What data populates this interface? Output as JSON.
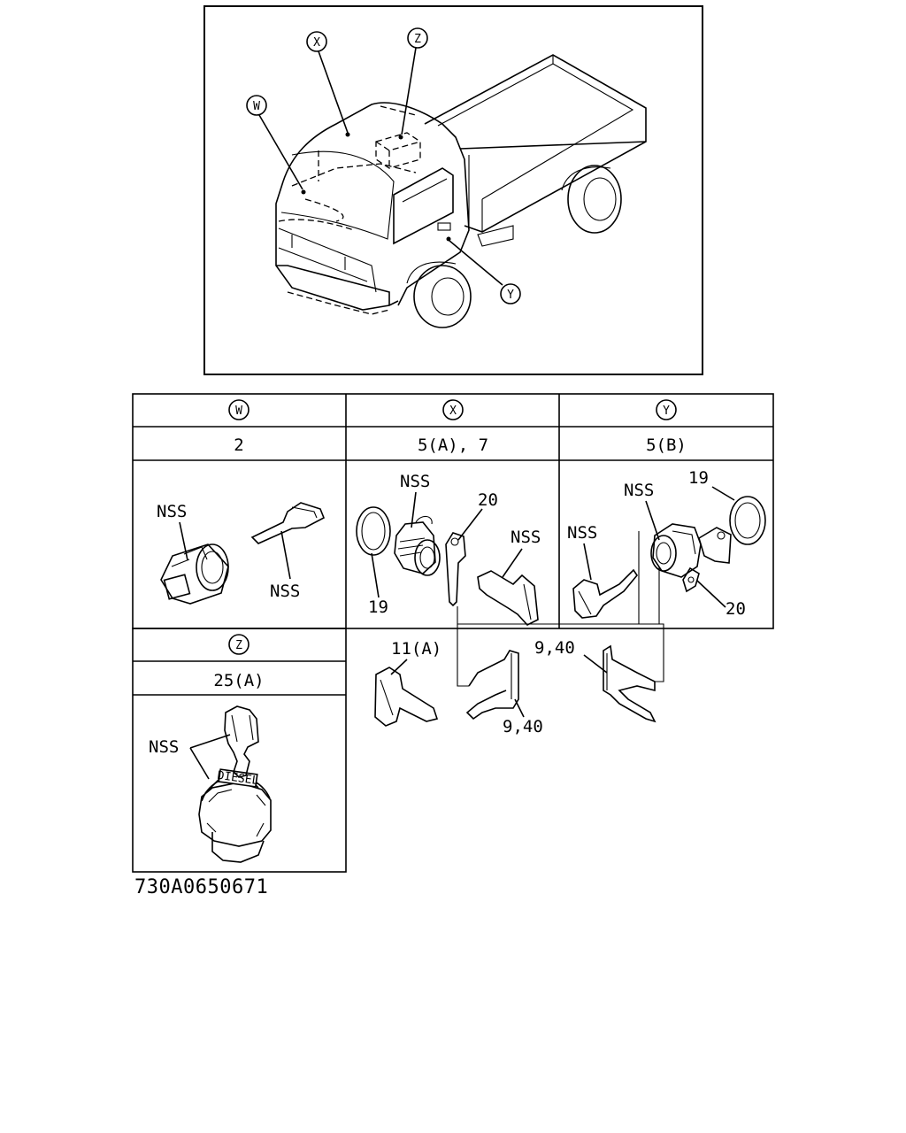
{
  "overview": {
    "callouts": [
      "W",
      "X",
      "Y",
      "Z"
    ]
  },
  "table": {
    "columns": [
      {
        "ref": "W",
        "part_numbers": "2"
      },
      {
        "ref": "X",
        "part_numbers": "5(A), 7"
      },
      {
        "ref": "Y",
        "part_numbers": "5(B)"
      }
    ],
    "z_section": {
      "ref": "Z",
      "part_numbers": "25(A)"
    }
  },
  "labels": {
    "nss": "NSS",
    "p19": "19",
    "p20": "20",
    "p11a": "11(A)",
    "p940": "9,40",
    "diesel": "DIESEL"
  },
  "drawing_code": "730A0650671"
}
